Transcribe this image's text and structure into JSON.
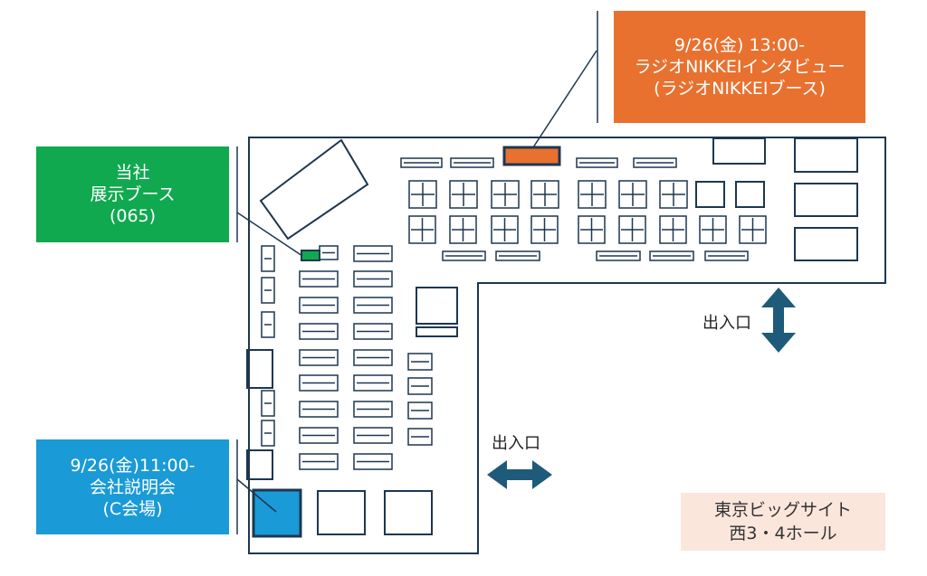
{
  "colors": {
    "outline": "#1d3750",
    "orange": "#e8712f",
    "green": "#10a94f",
    "blue": "#1a9ad6",
    "arrow": "#1e5a7a",
    "hall_label_bg": "#fbe6dc"
  },
  "callouts": {
    "interview": {
      "line1": "9/26(金) 13:00-",
      "line2": "ラジオNIKKEIインタビュー",
      "line3": "(ラジオNIKKEIブース)"
    },
    "booth": {
      "line1": "当社",
      "line2": "展示ブース",
      "line3": "(065)"
    },
    "seminar": {
      "line1": "9/26(金)11:00-",
      "line2": "会社説明会",
      "line3": "(C会場)"
    }
  },
  "entrances": {
    "right": {
      "label": "出入口",
      "icon": "vertical-double-arrow-icon"
    },
    "bottom": {
      "label": "出入口",
      "icon": "horizontal-double-arrow-icon"
    }
  },
  "hall_label": {
    "line1": "東京ビッグサイト",
    "line2": "西3・4ホール"
  }
}
